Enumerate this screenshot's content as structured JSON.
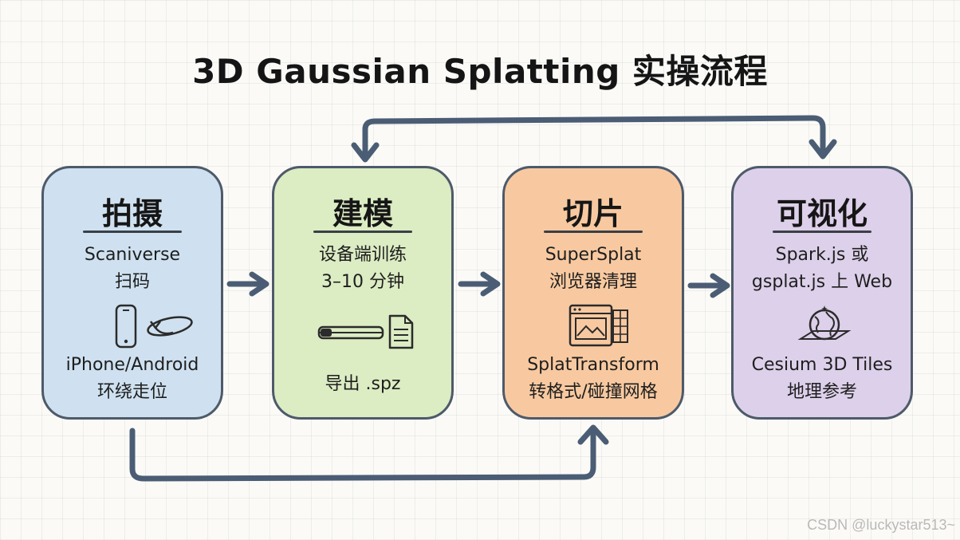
{
  "title": "3D Gaussian Splatting 实操流程",
  "colors": {
    "card_capture": "#cfe1f0",
    "card_model": "#dcecc3",
    "card_tile": "#f8c9a0",
    "card_visualize": "#ddd0ea",
    "border": "#4d5a6a",
    "arrow": "#4b5d74"
  },
  "cards": [
    {
      "title": "拍摄",
      "lines": [
        "Scaniverse",
        "扫码",
        "iPhone/Android",
        "环绕走位"
      ],
      "icons": [
        "smartphone-icon",
        "orbit-icon"
      ]
    },
    {
      "title": "建模",
      "lines": [
        "设备端训练",
        "3–10 分钟",
        "导出 .spz",
        ""
      ],
      "icons": [
        "progress-bar-icon",
        "document-icon"
      ]
    },
    {
      "title": "切片",
      "lines": [
        "SuperSplat",
        "浏览器清理",
        "SplatTransform",
        "转格式/碰撞网格"
      ],
      "icons": [
        "browser-window-icon"
      ]
    },
    {
      "title": "可视化",
      "lines": [
        "Spark.js 或",
        "gsplat.js 上 Web",
        "Cesium 3D Tiles",
        "地理参考"
      ],
      "icons": [
        "globe-icon"
      ]
    }
  ],
  "watermark": "CSDN @luckystar513~"
}
